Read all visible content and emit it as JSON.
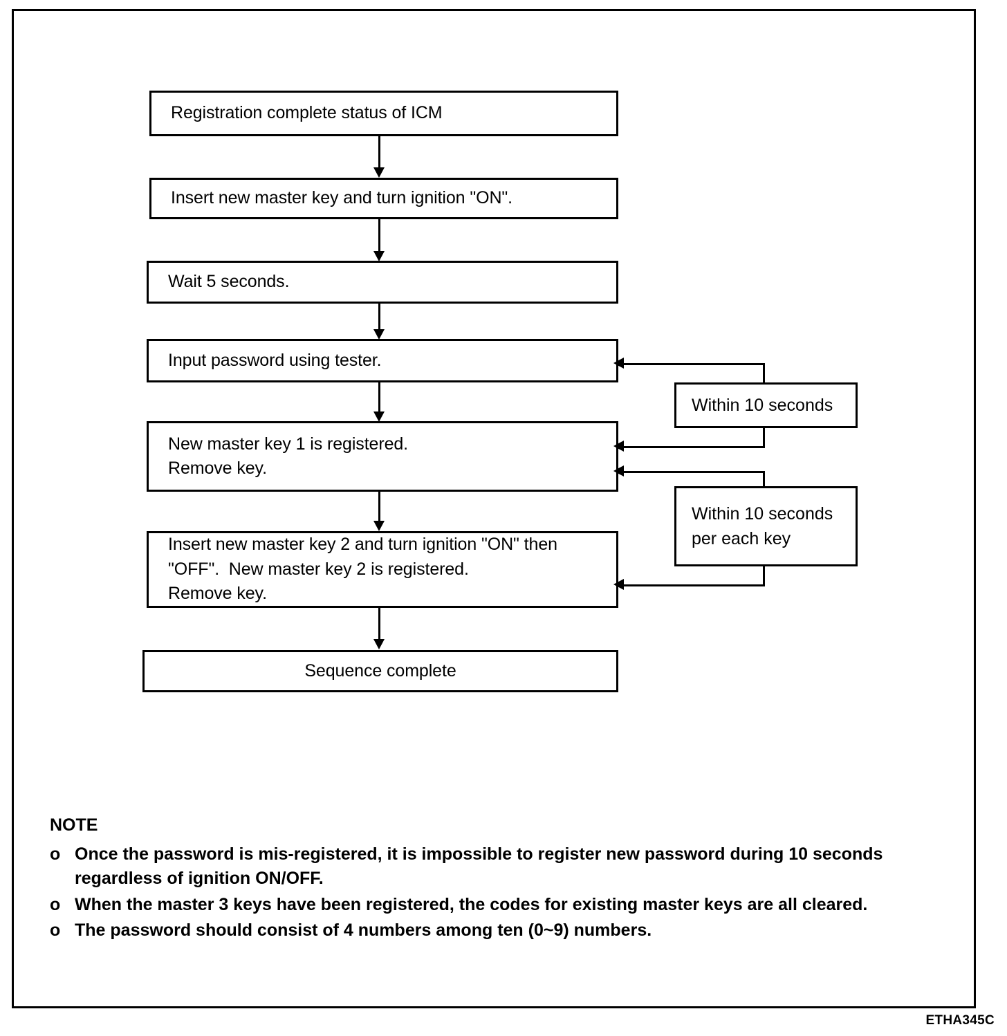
{
  "figure": {
    "code": "ETHA345C"
  },
  "flowchart": {
    "type": "flowchart",
    "steps": [
      {
        "id": "step-1",
        "lines": [
          "Registration complete status of ICM"
        ],
        "align": "left"
      },
      {
        "id": "step-2",
        "lines": [
          "Insert new master key and turn ignition \"ON\"."
        ],
        "align": "left"
      },
      {
        "id": "step-3",
        "lines": [
          "Wait 5 seconds."
        ],
        "align": "left"
      },
      {
        "id": "step-4",
        "lines": [
          "Input password using tester."
        ],
        "align": "left"
      },
      {
        "id": "step-5",
        "lines": [
          "New master key 1 is registered.",
          "Remove key."
        ],
        "align": "left"
      },
      {
        "id": "step-6",
        "lines": [
          "Insert new master key 2 and turn ignition \"ON\" then",
          "\"OFF\".  New master key 2 is registered.",
          "Remove key."
        ],
        "align": "left"
      },
      {
        "id": "step-7",
        "lines": [
          "Sequence complete"
        ],
        "align": "center"
      }
    ],
    "timing_notes": [
      {
        "id": "timing-1",
        "lines": [
          "Within 10 seconds"
        ]
      },
      {
        "id": "timing-2",
        "lines": [
          "Within 10 seconds",
          "per each key"
        ]
      }
    ]
  },
  "note": {
    "title": "NOTE",
    "bullet": "o",
    "items": [
      "Once the password is mis-registered, it is impossible to register new password during 10 seconds regardless of ignition ON/OFF.",
      "When the master 3 keys have been registered, the codes for existing master keys are all cleared.",
      "The password should consist of 4 numbers among ten (0~9) numbers."
    ]
  }
}
